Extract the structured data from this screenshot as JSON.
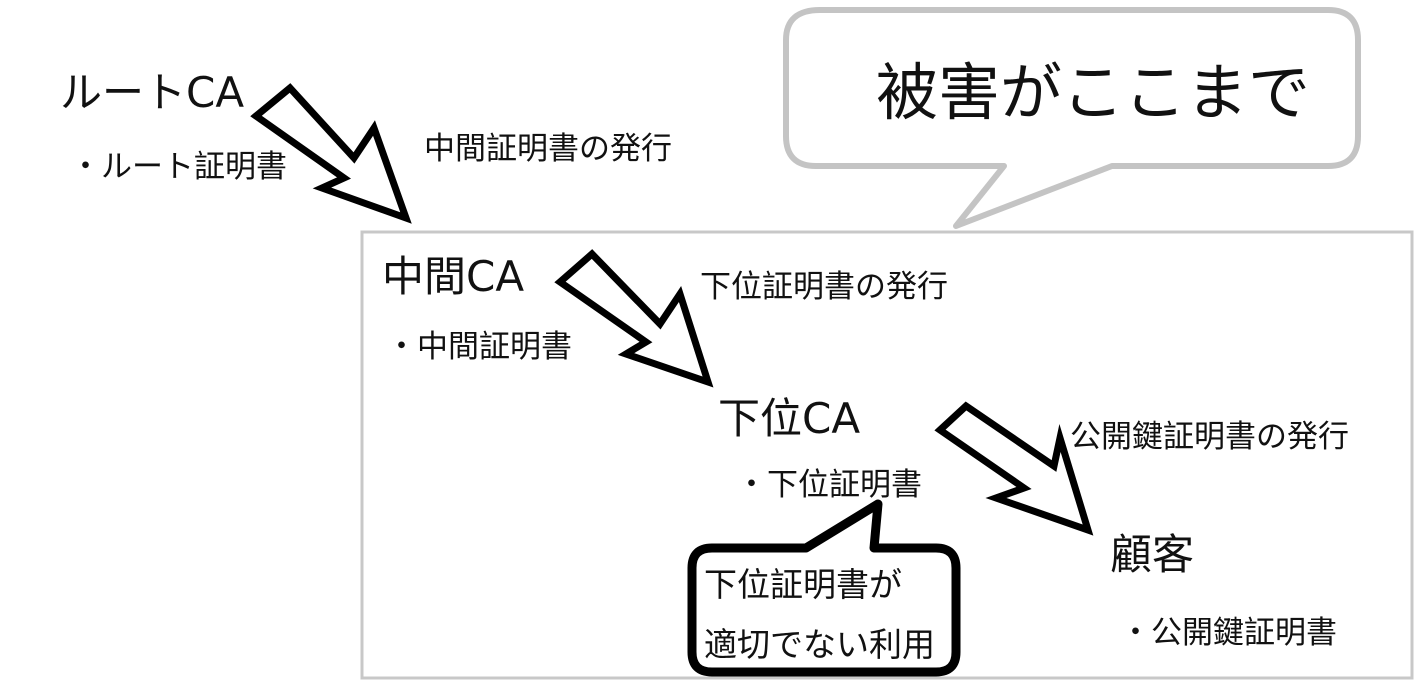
{
  "colors": {
    "arrow_stroke": "#000000",
    "damage_frame": "#c8c8c8",
    "damage_callout": "#c4c4c4",
    "misuse_callout": "#000000",
    "text": "#111111"
  },
  "root": {
    "title": "ルートCA",
    "cert": "・ルート証明書"
  },
  "arrows": {
    "root_to_intermediate_label": "中間証明書の発行",
    "intermediate_to_sub_label": "下位証明書の発行",
    "sub_to_customer_label": "公開鍵証明書の発行"
  },
  "intermediate": {
    "title": "中間CA",
    "cert": "・中間証明書"
  },
  "sub": {
    "title": "下位CA",
    "cert": "・下位証明書"
  },
  "customer": {
    "title": "顧客",
    "cert": "・公開鍵証明書"
  },
  "damage_callout": {
    "text": "被害がここまで"
  },
  "misuse_callout": {
    "line1": "下位証明書が",
    "line2": "適切でない利用"
  }
}
